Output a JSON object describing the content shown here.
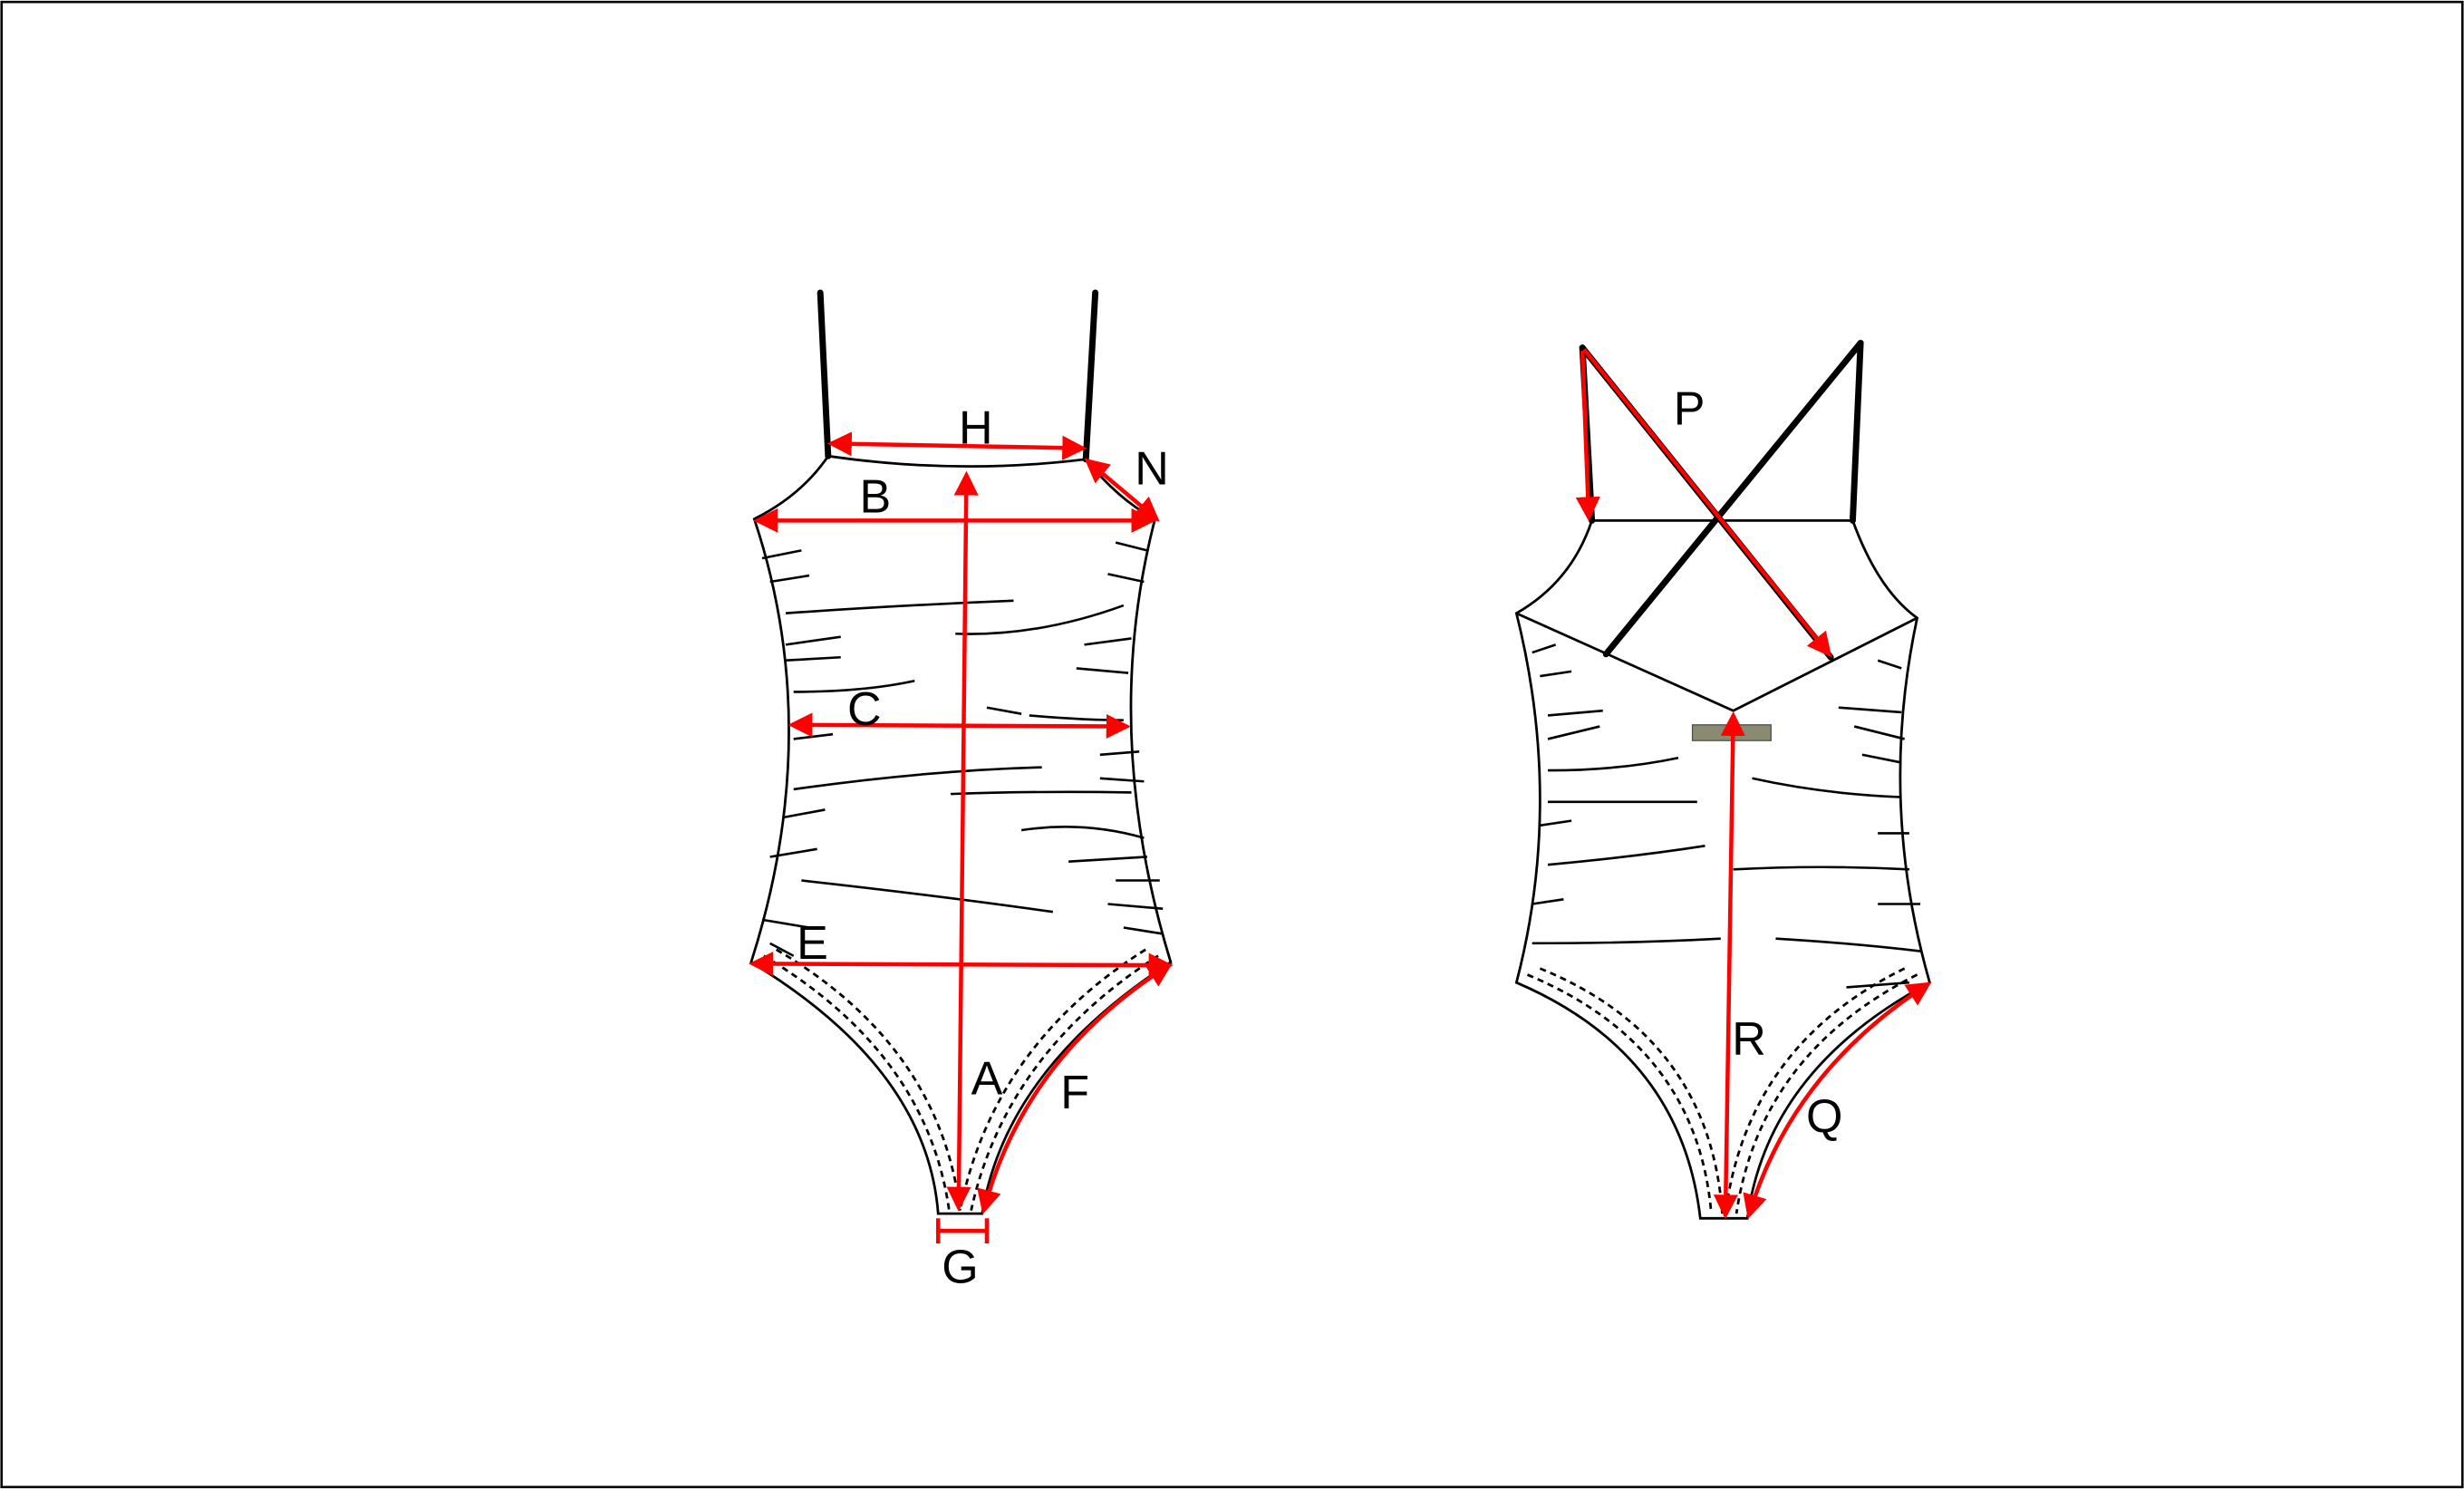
{
  "front_view": {
    "labels": {
      "H": "H",
      "B": "B",
      "N": "N",
      "C": "C",
      "E": "E",
      "A": "A",
      "F": "F",
      "G": "G"
    }
  },
  "back_view": {
    "labels": {
      "P": "P",
      "R": "R",
      "Q": "Q"
    }
  },
  "colors": {
    "measure": "#ff0000",
    "outline": "#000000",
    "clasp": "#8a8a70"
  }
}
